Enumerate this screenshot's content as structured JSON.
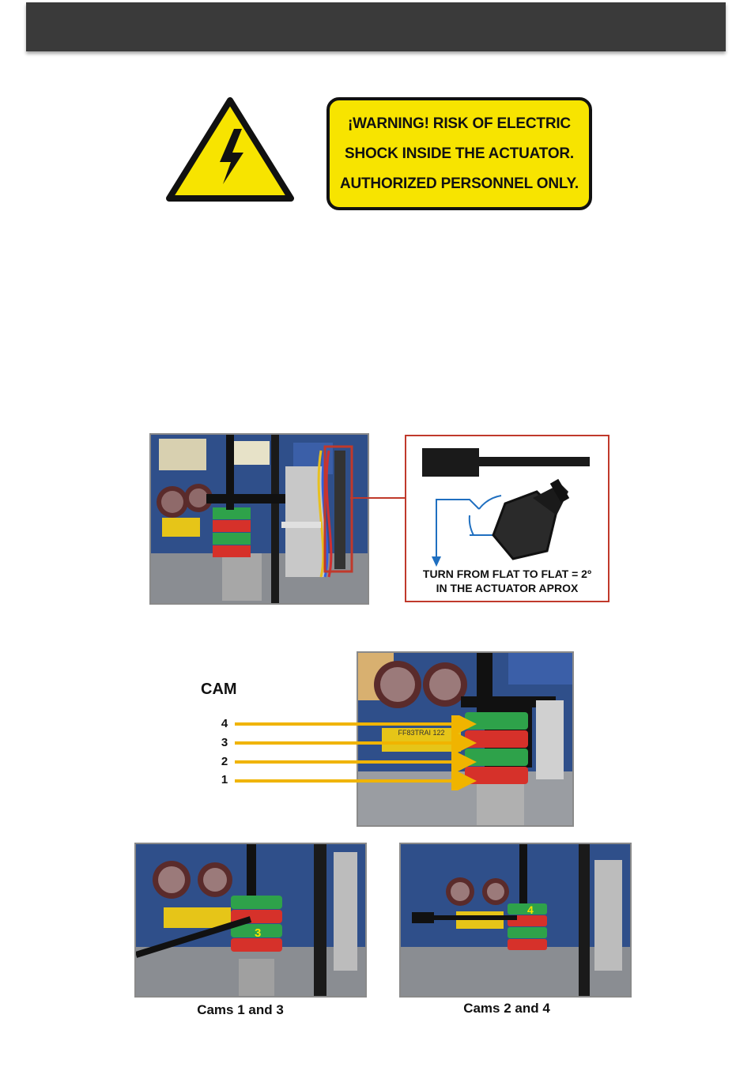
{
  "warning": {
    "lines": [
      "¡WARNING! RISK OF ELECTRIC",
      "SHOCK INSIDE THE ACTUATOR.",
      "AUTHORIZED PERSONNEL ONLY."
    ],
    "sign_icon": "high-voltage-icon",
    "color": "#f7e400"
  },
  "tool_callout": {
    "line1": "TURN FROM  FLAT TO  FLAT = 2º",
    "line2": "IN THE ACTUATOR APROX"
  },
  "cam_diagram": {
    "heading": "CAM",
    "numbers": [
      "4",
      "3",
      "2",
      "1"
    ],
    "arrow_color": "#f0b400",
    "cam_label": "FF83TRAI 122"
  },
  "photos": {
    "left_cam_mark": "3",
    "right_cam_mark": "4"
  },
  "captions": {
    "left": "Cams 1 and 3",
    "right": "Cams 2 and 4"
  }
}
